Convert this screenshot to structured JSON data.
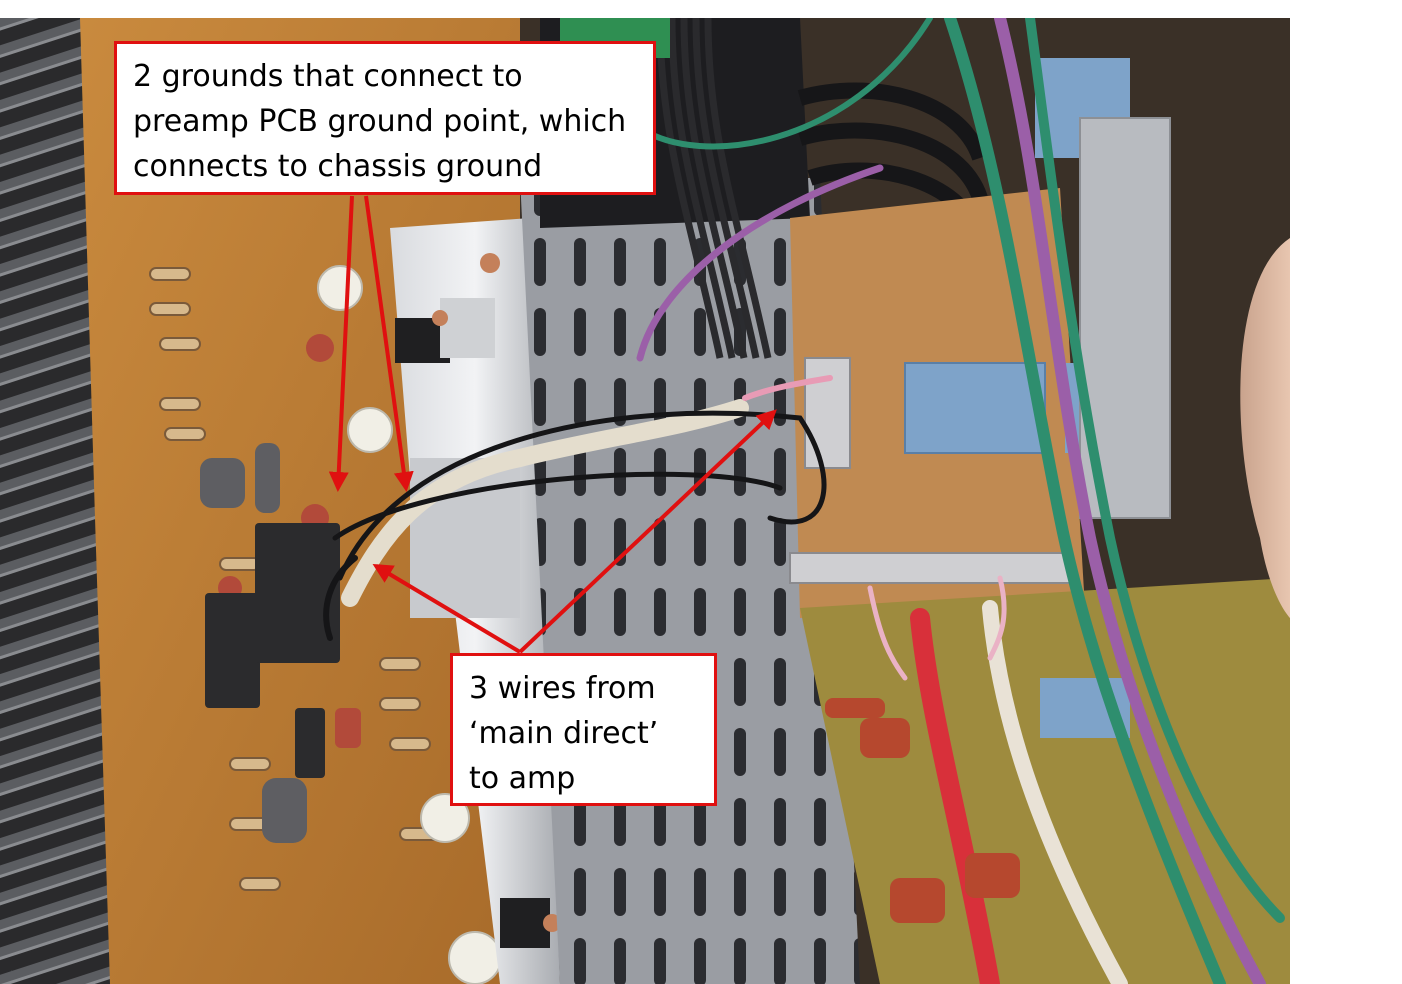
{
  "image": {
    "subject": "amplifier-pcb-wiring",
    "annotation_color": "#e01010"
  },
  "callouts": {
    "grounds": {
      "lines": [
        "2 grounds that connect to",
        "preamp PCB ground point, which",
        "connects to chassis ground"
      ]
    },
    "wires": {
      "lines": [
        "3 wires from",
        "‘main direct’",
        "to amp"
      ]
    }
  }
}
